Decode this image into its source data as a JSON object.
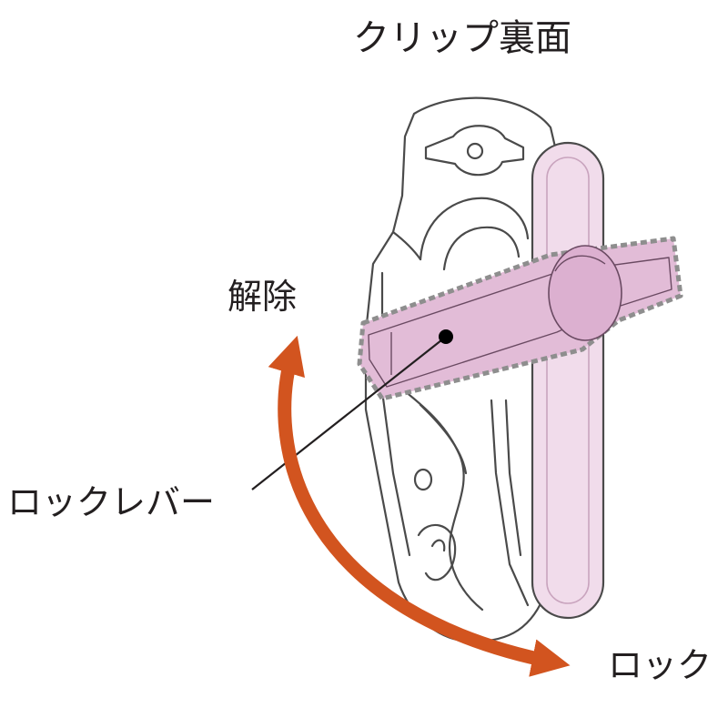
{
  "title": "クリップ裏面",
  "labels": {
    "release": "解除",
    "lock_lever": "ロックレバー",
    "lock": "ロック"
  },
  "colors": {
    "lever_fill": "#e2bcd7",
    "bar_fill": "#f1dceb",
    "arrow": "#d2541f",
    "outline": "#4a4a4a",
    "dash_border": "#8e8e8e"
  }
}
